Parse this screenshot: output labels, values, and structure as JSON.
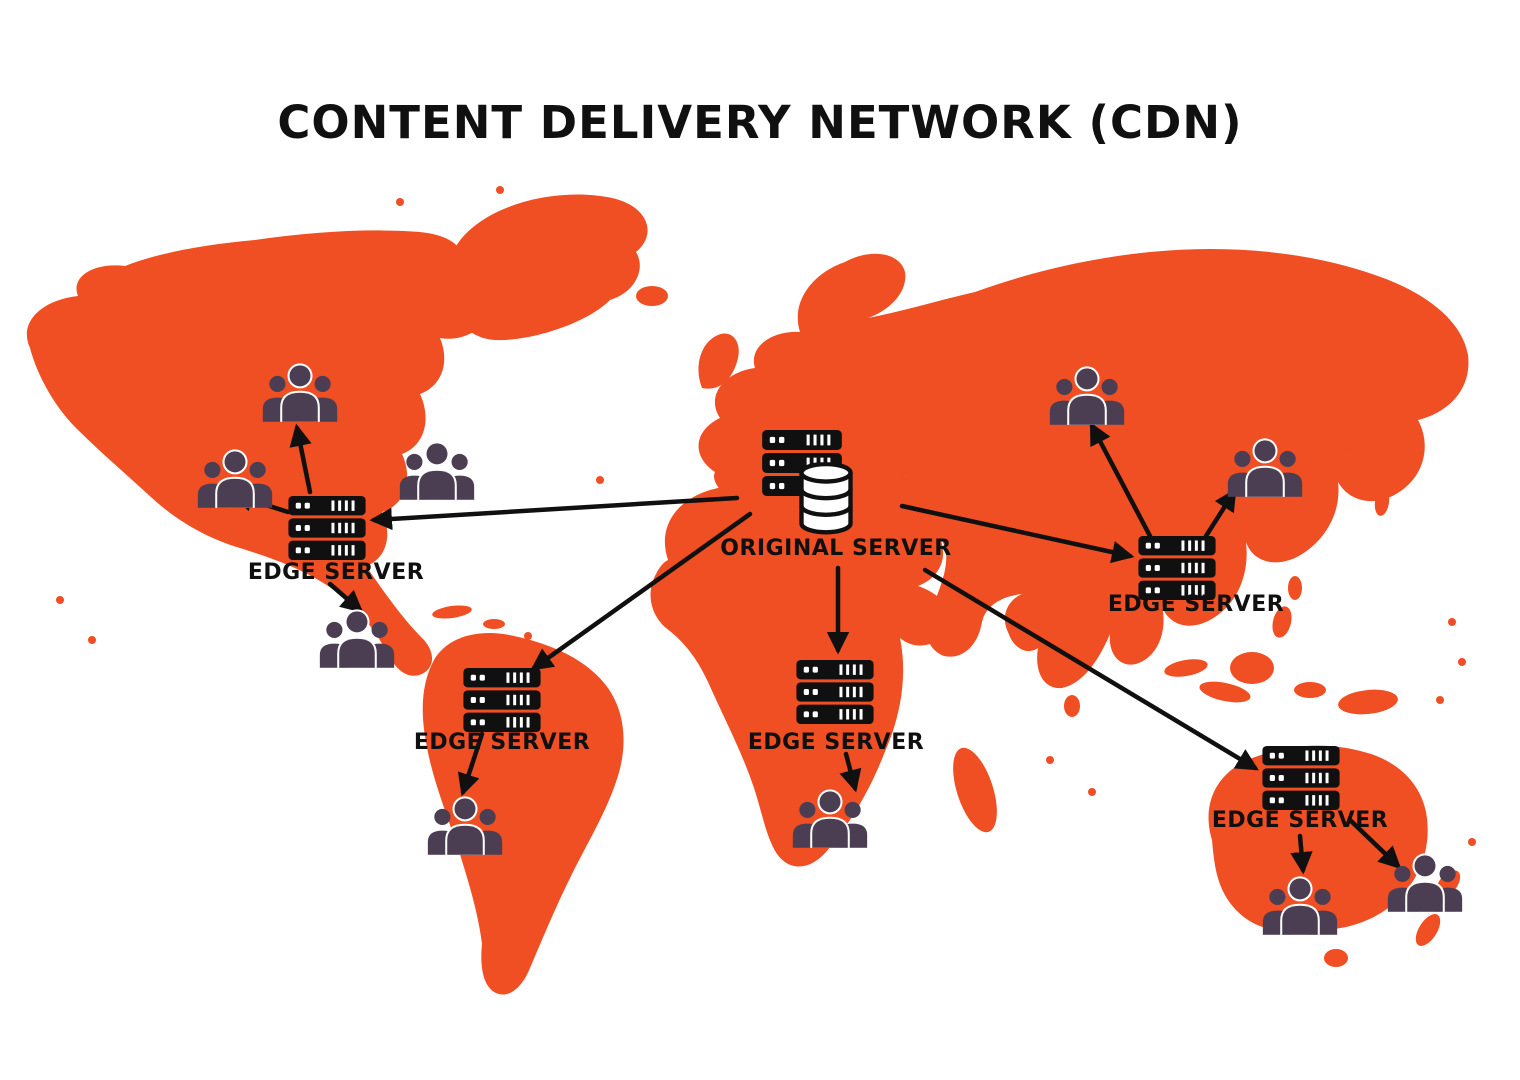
{
  "title": "CONTENT DELIVERY NETWORK (CDN)",
  "colors": {
    "map": "#F04E23",
    "ink": "#101010",
    "users": "#4B3E52",
    "background": "#FFFFFF"
  },
  "nodes": [
    {
      "id": "original-server",
      "type": "origin",
      "label": "ORIGINAL SERVER"
    },
    {
      "id": "edge-server-north-america",
      "type": "edge",
      "label": "EDGE SERVER"
    },
    {
      "id": "edge-server-south-america",
      "type": "edge",
      "label": "EDGE SERVER"
    },
    {
      "id": "edge-server-africa",
      "type": "edge",
      "label": "EDGE SERVER"
    },
    {
      "id": "edge-server-asia",
      "type": "edge",
      "label": "EDGE SERVER"
    },
    {
      "id": "edge-server-australia",
      "type": "edge",
      "label": "EDGE SERVER"
    }
  ],
  "user_groups": [
    {
      "id": "users-north-america-north"
    },
    {
      "id": "users-north-america-west"
    },
    {
      "id": "users-north-america-east"
    },
    {
      "id": "users-mexico"
    },
    {
      "id": "users-russia"
    },
    {
      "id": "users-east-asia"
    },
    {
      "id": "users-south-america"
    },
    {
      "id": "users-southern-africa"
    },
    {
      "id": "users-australia"
    },
    {
      "id": "users-new-zealand"
    }
  ],
  "connections": [
    {
      "from": "original-server",
      "to": "edge-server-north-america"
    },
    {
      "from": "original-server",
      "to": "edge-server-south-america"
    },
    {
      "from": "original-server",
      "to": "edge-server-africa"
    },
    {
      "from": "original-server",
      "to": "edge-server-asia"
    },
    {
      "from": "original-server",
      "to": "edge-server-australia"
    },
    {
      "from": "edge-server-north-america",
      "to": "users-north-america-north"
    },
    {
      "from": "edge-server-north-america",
      "to": "users-north-america-west"
    },
    {
      "from": "edge-server-north-america",
      "to": "users-mexico"
    },
    {
      "from": "edge-server-south-america",
      "to": "users-south-america"
    },
    {
      "from": "edge-server-africa",
      "to": "users-southern-africa"
    },
    {
      "from": "edge-server-asia",
      "to": "users-russia"
    },
    {
      "from": "edge-server-asia",
      "to": "users-east-asia"
    },
    {
      "from": "edge-server-australia",
      "to": "users-australia"
    },
    {
      "from": "edge-server-australia",
      "to": "users-new-zealand"
    }
  ]
}
